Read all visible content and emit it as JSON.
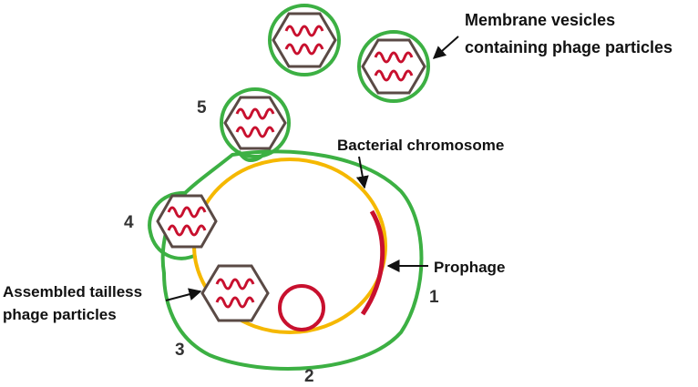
{
  "labels": {
    "membrane_vesicles_line1": "Membrane vesicles",
    "membrane_vesicles_line2": "containing phage particles",
    "bacterial_chromosome": "Bacterial chromosome",
    "prophage": "Prophage",
    "assembled_line1": "Assembled tailless",
    "assembled_line2": "phage particles"
  },
  "steps": [
    "1",
    "2",
    "3",
    "4",
    "5"
  ],
  "colors": {
    "membrane": "#3cb043",
    "chromosome": "#f5b800",
    "phage_dna": "#c8102e",
    "capsid": "#5a4a45",
    "text": "#111111"
  }
}
